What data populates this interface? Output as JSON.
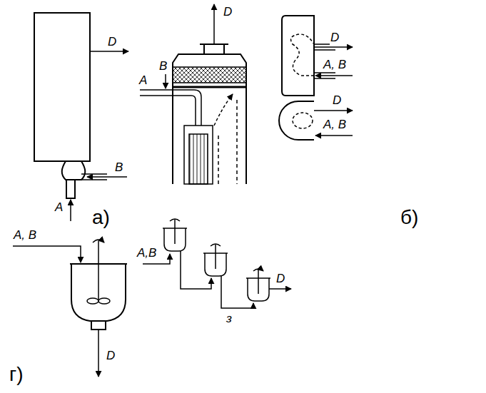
{
  "diagram": {
    "labels": [
      "D",
      "B",
      "A",
      "D",
      "B",
      "A",
      "D",
      "A, B",
      "D",
      "A, B",
      "а)",
      "б)",
      "A, B",
      "D",
      "A,B",
      "D",
      "з",
      "г)"
    ]
  }
}
